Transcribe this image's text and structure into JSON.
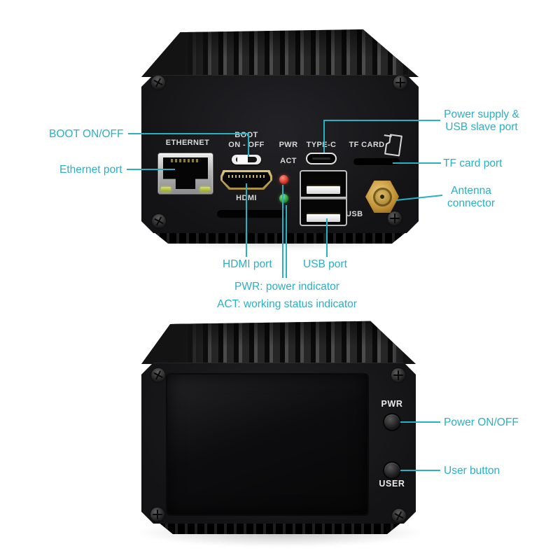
{
  "colors": {
    "accent_teal": "#29b0c3",
    "device_black": "#17171a",
    "pwr_led_red": "#d63a2a",
    "act_led_green": "#2f9c3a",
    "antenna_gold": "#c9a144",
    "eth_led_green": "#aeb93e",
    "usb_tongue_white": "#ededed"
  },
  "top_view": {
    "panel": {
      "ethernet": "ETHERNET",
      "boot_line1": "BOOT",
      "boot_line2": "ON - OFF",
      "pwr": "PWR",
      "act": "ACT",
      "type_c": "TYPE-C",
      "tf_card": "TF CARD",
      "hdmi": "HDMI",
      "usb": "USB"
    },
    "callouts": {
      "boot": "BOOT ON/OFF",
      "ethernet": "Ethernet port",
      "power_supply_line1": "Power supply &",
      "power_supply_line2": "USB slave port",
      "tf_card": "TF card port",
      "antenna_line1": "Antenna",
      "antenna_line2": "connector",
      "hdmi": "HDMI port",
      "usb": "USB port",
      "pwr_indicator": "PWR: power indicator",
      "act_indicator": "ACT: working status indicator"
    }
  },
  "bottom_view": {
    "panel": {
      "pwr": "PWR",
      "user": "USER"
    },
    "callouts": {
      "power": "Power ON/OFF",
      "user": "User button"
    }
  }
}
